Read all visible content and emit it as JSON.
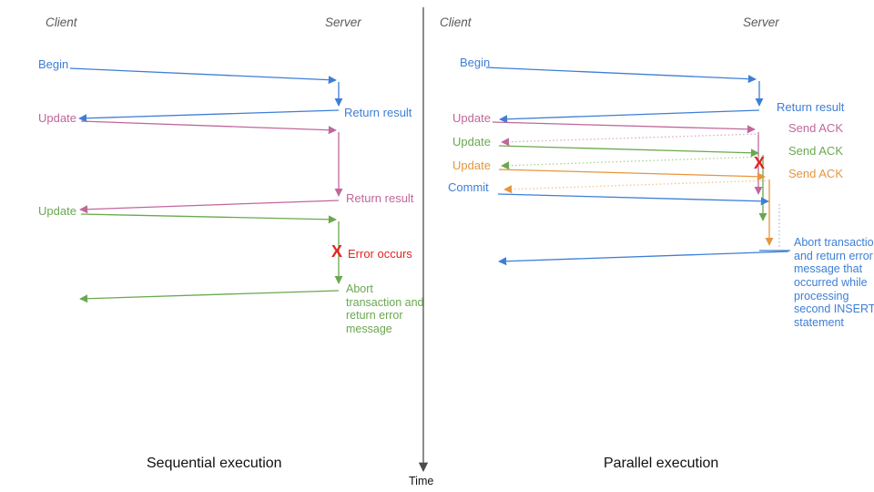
{
  "left_panel": {
    "client_label": "Client",
    "server_label": "Server",
    "begin_label": "Begin",
    "return_result_1": "Return result",
    "update_1": "Update",
    "return_result_2": "Return result",
    "update_2": "Update",
    "error_mark": "X",
    "error_label": "Error occurs",
    "abort_label": "Abort transaction and return error message",
    "caption": "Sequential execution"
  },
  "right_panel": {
    "client_label": "Client",
    "server_label": "Server",
    "begin_label": "Begin",
    "return_result": "Return result",
    "update_1": "Update",
    "ack_1": "Send ACK",
    "update_2": "Update",
    "ack_2": "Send ACK",
    "update_3": "Update",
    "ack_3": "Send ACK",
    "commit_label": "Commit",
    "error_mark": "X",
    "abort_label": "Abort transaction and return error message that occurred while processing second INSERT statement",
    "caption": "Parallel execution"
  },
  "time_axis": {
    "label": "Time"
  },
  "colors": {
    "blue": "#3e7ed6",
    "pink": "#c0679b",
    "green": "#6aa84f",
    "orange": "#e6953c",
    "red": "#e52320",
    "dotted_pink": "#dcaac6",
    "dotted_green": "#abd193",
    "dotted_orange": "#f2c48f",
    "dotted_blue": "#9db9ea",
    "axis": "#4d4d4d",
    "actor_text": "#595959"
  }
}
